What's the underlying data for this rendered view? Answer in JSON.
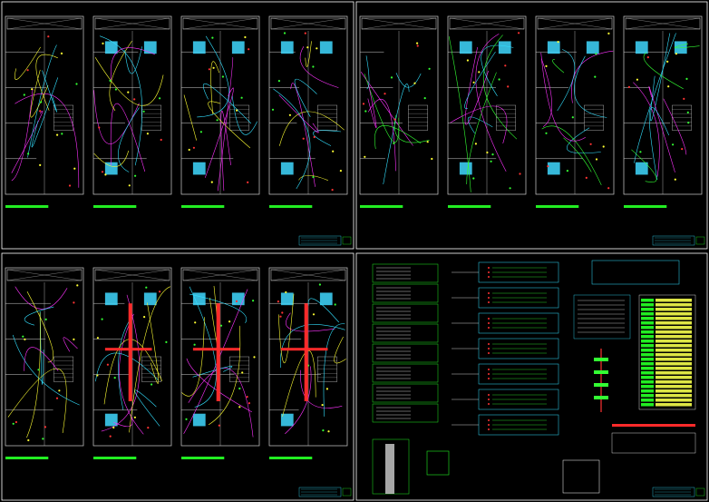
{
  "colors": {
    "background": "#000000",
    "frame": "#ffffff",
    "walls": "#d0d0d0",
    "circuit_magenta": "#ff33ff",
    "circuit_cyan": "#33e0ff",
    "circuit_green": "#33ff33",
    "circuit_yellow": "#ffff33",
    "circuit_red": "#ff3333",
    "highlight_red": "#ff2a2a",
    "room_fill": "#3fd8ff",
    "label_green": "#22ee22",
    "table_yellow": "#f6ff4d"
  },
  "sheets": [
    {
      "id": "A",
      "theme": "lighting",
      "plans": [
        "plan-1",
        "plan-2",
        "plan-3",
        "plan-4"
      ]
    },
    {
      "id": "B",
      "theme": "outlets",
      "plans": [
        "plan-1",
        "plan-2",
        "plan-3",
        "plan-4"
      ]
    },
    {
      "id": "C",
      "theme": "feeders",
      "plans": [
        "plan-1",
        "plan-2",
        "plan-3",
        "plan-4"
      ]
    },
    {
      "id": "D",
      "theme": "diagrams"
    }
  ],
  "icons": {
    "x-box": "boxed-x-symbol",
    "stair": "stair-symbol",
    "fixture": "ceiling-fixture-symbol"
  }
}
